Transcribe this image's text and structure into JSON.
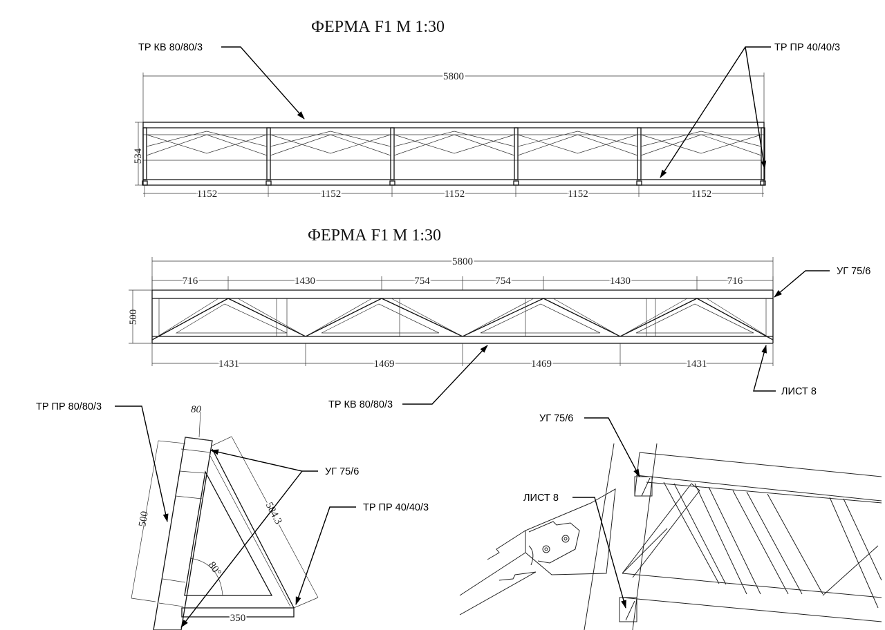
{
  "truss_top": {
    "title": "ФЕРМА F1 М 1:30",
    "label_chord": "ТР КВ 80/80/3",
    "label_web": "ТР ПР 40/40/3",
    "dim_total": "5800",
    "dim_height": "534",
    "dim_panels": [
      "1152",
      "1152",
      "1152",
      "1152",
      "1152"
    ]
  },
  "truss_side": {
    "title": "ФЕРМА F1 М 1:30",
    "dim_total": "5800",
    "dim_height": "500",
    "dim_top": [
      "716",
      "1430",
      "754",
      "754",
      "1430",
      "716"
    ],
    "dim_bottom": [
      "1431",
      "1469",
      "1469",
      "1431"
    ],
    "label_angle": "УГ 75/6",
    "label_plate": "ЛИСТ 8",
    "label_chord": "ТР КВ 80/80/3"
  },
  "section_detail": {
    "label_post": "ТР ПР 80/80/3",
    "label_angle": "УГ 75/6",
    "label_web": "ТР ПР 40/40/3",
    "dim_width": "80",
    "dim_height": "500",
    "dim_diag": "584.3",
    "dim_base": "350",
    "dim_angle": "80°"
  },
  "iso_detail": {
    "label_angle": "УГ 75/6",
    "label_plate": "ЛИСТ 8"
  }
}
